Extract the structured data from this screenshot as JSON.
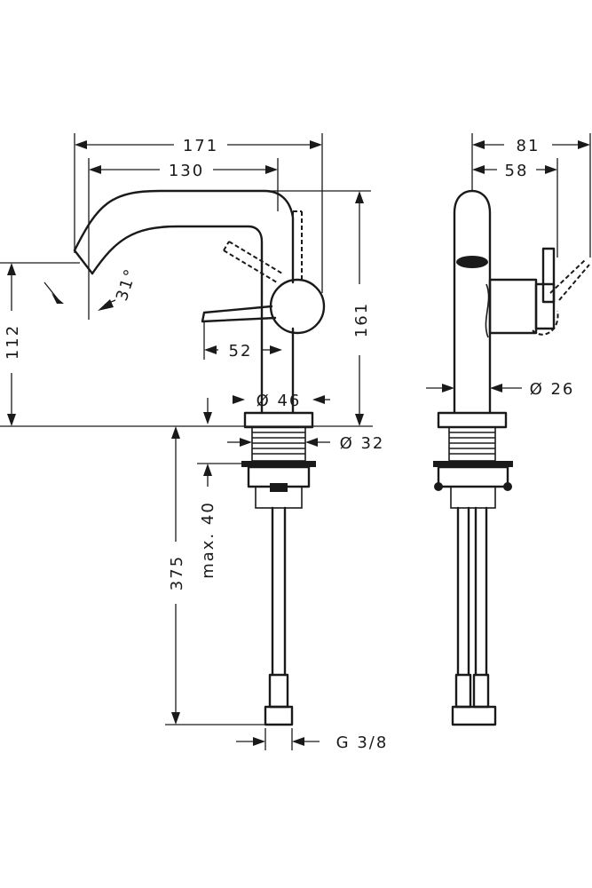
{
  "dimensions": {
    "d171": "171",
    "d130": "130",
    "d81": "81",
    "d58": "58",
    "d161": "161",
    "d112": "112",
    "d31deg": "31°",
    "d52": "52",
    "d46": "Ø 46",
    "d26": "Ø 26",
    "d32": "Ø 32",
    "d375": "375",
    "dmax40": "max. 40",
    "dG38": "G 3/8"
  }
}
